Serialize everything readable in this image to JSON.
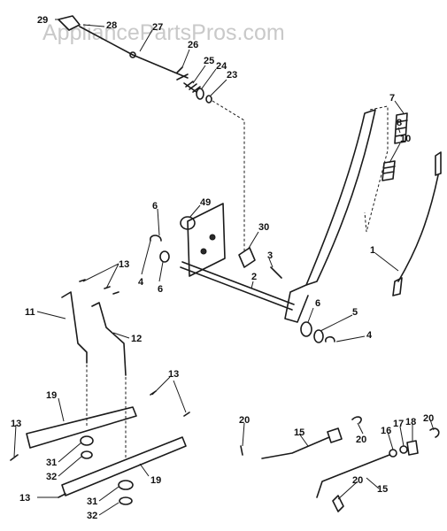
{
  "watermark": "AppliancePartsPros.com",
  "callouts": {
    "c29": "29",
    "c28": "28",
    "c27": "27",
    "c26": "26",
    "c25": "25",
    "c24": "24",
    "c23": "23",
    "c7": "7",
    "c8": "8",
    "c10": "10",
    "c1": "1",
    "c6a": "6",
    "c49": "49",
    "c4a": "4",
    "c6b": "6",
    "c30": "30",
    "c3": "3",
    "c2": "2",
    "c6c": "6",
    "c5": "5",
    "c4b": "4",
    "c13a": "13",
    "c11": "11",
    "c12": "12",
    "c13b": "13",
    "c19a": "19",
    "c13c": "13",
    "c31a": "31",
    "c32a": "32",
    "c19b": "19",
    "c13d": "13",
    "c31b": "31",
    "c32b": "32",
    "c20a": "20",
    "c15a": "15",
    "c20b": "20",
    "c16": "16",
    "c17": "17",
    "c18": "18",
    "c20c": "20",
    "c20d": "20",
    "c15b": "15"
  }
}
